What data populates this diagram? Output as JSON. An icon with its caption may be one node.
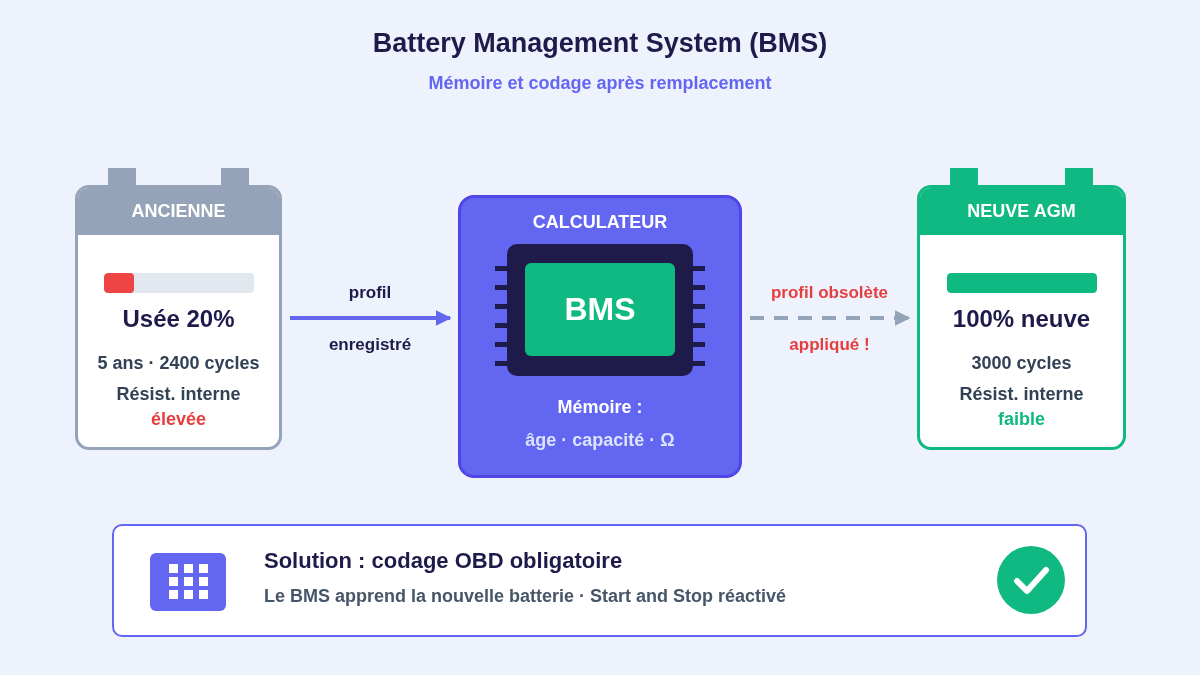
{
  "diagram": {
    "title": "Battery Management System (BMS)",
    "caption": "Mémoire et codage après remplacement",
    "nodes": [
      {
        "text": [
          "ANCIENNE",
          "Usée 20%",
          "5 ans · 2400 cycles",
          "Résist. interne",
          "élevée"
        ]
      },
      {
        "text": [
          "CALCULATEUR",
          "Mémoire :",
          "âge · capacité · Ω"
        ]
      },
      {
        "text": [
          "BMS"
        ],
        "in": 1
      },
      {
        "text": [
          "NEUVE AGM",
          "100% neuve",
          "3000 cycles",
          "Résist. interne",
          "faible"
        ]
      },
      {
        "text": [
          "Solution : codage OBD obligatoire",
          "Le BMS apprend la nouvelle batterie · Start and Stop réactivé"
        ]
      }
    ],
    "edges": [
      {
        "from": 0,
        "to": 1,
        "arrow": "to",
        "label": "profil enregistré",
        "color": "#6366f1"
      },
      {
        "from": 1,
        "to": 3,
        "arrow": "to",
        "label": "profil obsolète appliqué !",
        "style": "dashed",
        "color": "#94a3b8"
      }
    ]
  }
}
